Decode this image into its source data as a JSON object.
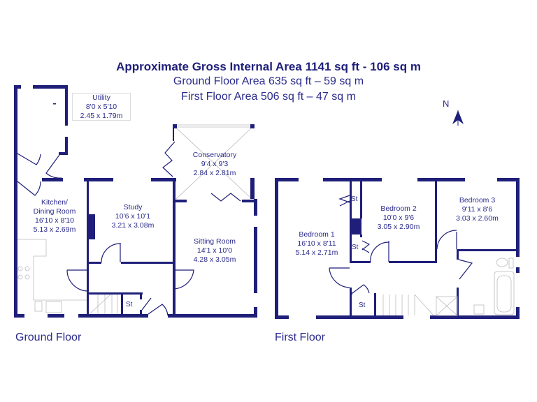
{
  "header": {
    "gross_area": "Approximate Gross Internal Area 1141 sq ft - 106 sq m",
    "ground_area": "Ground Floor Area 635 sq ft – 59 sq m",
    "first_area": "First Floor Area 506 sq ft – 47 sq m"
  },
  "compass": {
    "label": "N"
  },
  "ground_floor": {
    "label": "Ground Floor",
    "rooms": [
      {
        "name": "Utility",
        "imperial": "8'0 x 5'10",
        "metric": "2.45 x 1.79m"
      },
      {
        "name": "Conservatory",
        "imperial": "9'4 x 9'3",
        "metric": "2.84 x 2.81m"
      },
      {
        "name": "Kitchen/",
        "name2": "Dining Room",
        "imperial": "16'10 x 8'10",
        "metric": "5.13 x 2.69m"
      },
      {
        "name": "Study",
        "imperial": "10'6 x 10'1",
        "metric": "3.21 x 3.08m"
      },
      {
        "name": "Sitting Room",
        "imperial": "14'1 x 10'0",
        "metric": "4.28 x 3.05m"
      }
    ],
    "store": "St"
  },
  "first_floor": {
    "label": "First Floor",
    "rooms": [
      {
        "name": "Bedroom 1",
        "imperial": "16'10 x 8'11",
        "metric": "5.14 x 2.71m"
      },
      {
        "name": "Bedroom 2",
        "imperial": "10'0 x 9'6",
        "metric": "3.05 x 2.90m"
      },
      {
        "name": "Bedroom 3",
        "imperial": "9'11 x 8'6",
        "metric": "3.03 x 2.60m"
      }
    ],
    "store": "St"
  },
  "colors": {
    "wall": "#1f1f7a",
    "text": "#2b2b8c"
  }
}
